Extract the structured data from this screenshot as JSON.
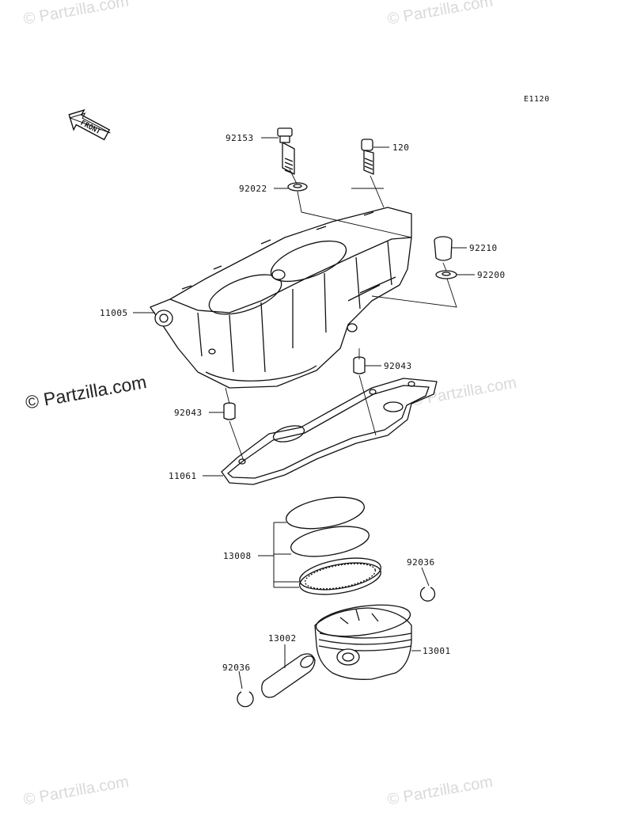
{
  "diagram_code": "E1120",
  "front_label": "FRONT",
  "watermark": "© Partzilla.com",
  "parts": {
    "p92153": "92153",
    "p120": "120",
    "p92022": "92022",
    "p92210": "92210",
    "p92200": "92200",
    "p11005": "11005",
    "p92043_right": "92043",
    "p92043_left": "92043",
    "p11061": "11061",
    "p13008": "13008",
    "p92036_right": "92036",
    "p13002": "13002",
    "p13001": "13001",
    "p92036_left": "92036"
  }
}
